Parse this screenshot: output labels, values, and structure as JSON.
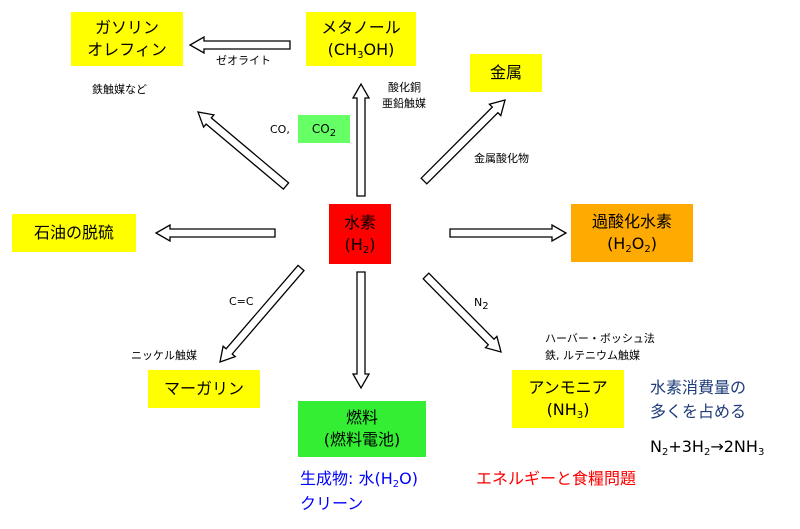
{
  "center": {
    "line1": "水素",
    "line2_pre": "(H",
    "line2_sub": "2",
    "line2_post": ")"
  },
  "gasoline": {
    "line1": "ガソリン",
    "line2": "オレフィン"
  },
  "methanol": {
    "line1": "メタノール",
    "line2_pre": "(CH",
    "line2_sub": "3",
    "line2_post": "OH)"
  },
  "metal": {
    "text": "金属"
  },
  "desulf": {
    "text": "石油の脱硫"
  },
  "peroxide": {
    "line1": "過酸化水素",
    "line2_pre": "(H",
    "sub1": "2",
    "mid": "O",
    "sub2": "2",
    "line2_post": ")"
  },
  "margarine": {
    "text": "マーガリン"
  },
  "fuel": {
    "line1": "燃料",
    "line2": "(燃料電池)"
  },
  "ammonia": {
    "line1": "アンモニア",
    "line2_pre": "(NH",
    "line2_sub": "3",
    "line2_post": ")"
  },
  "labels": {
    "zeolite": "ゼオライト",
    "iron_cat": "鉄触媒など",
    "co": "CO,",
    "co2_pre": "CO",
    "co2_sub": "2",
    "cu_cat_1": "酸化銅",
    "cu_cat_2": "亜鉛触媒",
    "metal_oxide": "金属酸化物",
    "cc": "C=C",
    "nickel": "ニッケル触媒",
    "n2_pre": "N",
    "n2_sub": "2",
    "haber_1": "ハーバー・ボッシュ法",
    "haber_2": "鉄, ルテニウム触媒"
  },
  "notes": {
    "product_pre": "生成物: 水(H",
    "product_sub": "2",
    "product_post": "O)",
    "clean": "クリーン",
    "energy_food": "エネルギーと食糧問題",
    "consumption_1": "水素消費量の",
    "consumption_2": "多くを占める",
    "eq_a": "N",
    "eq_a_sub": "2",
    "eq_b": "+3H",
    "eq_b_sub": "2",
    "eq_c": "→2NH",
    "eq_c_sub": "3"
  },
  "colors": {
    "yellow": "#ffff00",
    "red": "#ff0000",
    "orange": "#ffaa00",
    "green": "#33ee33",
    "light_green": "#66ff66",
    "blue": "#0000ff",
    "red_text": "#ff0000",
    "navy": "#1f3b7a"
  }
}
